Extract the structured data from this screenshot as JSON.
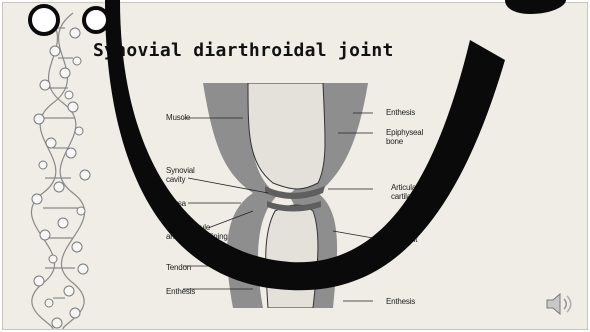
{
  "slide": {
    "title": "Synovial diarthroidal joint"
  },
  "labels": {
    "muscle": "Muscle",
    "synovial_cavity_1": "Synovial",
    "synovial_cavity_2": "cavity",
    "bursa": "Bursa",
    "joint_capsule_1": "Joint capsule",
    "joint_capsule_2": "and synovial lining",
    "tendon": "Tendon",
    "enthesis_left": "Enthesis",
    "enthesis_top": "Enthesis",
    "epiphyseal_1": "Epiphyseal",
    "epiphyseal_2": "bone",
    "articular_1": "Articular",
    "articular_2": "cartilage",
    "ligament": "Ligament",
    "enthesis_bottom": "Enthesis"
  },
  "icons": {
    "speaker": "speaker-icon",
    "dna": "dna-helix-icon"
  },
  "colors": {
    "slide_bg": "#efede6",
    "overlay_ring": "#0a0a0a",
    "tissue_dark": "#6d6d6d",
    "bone_light": "#e4e1da"
  }
}
